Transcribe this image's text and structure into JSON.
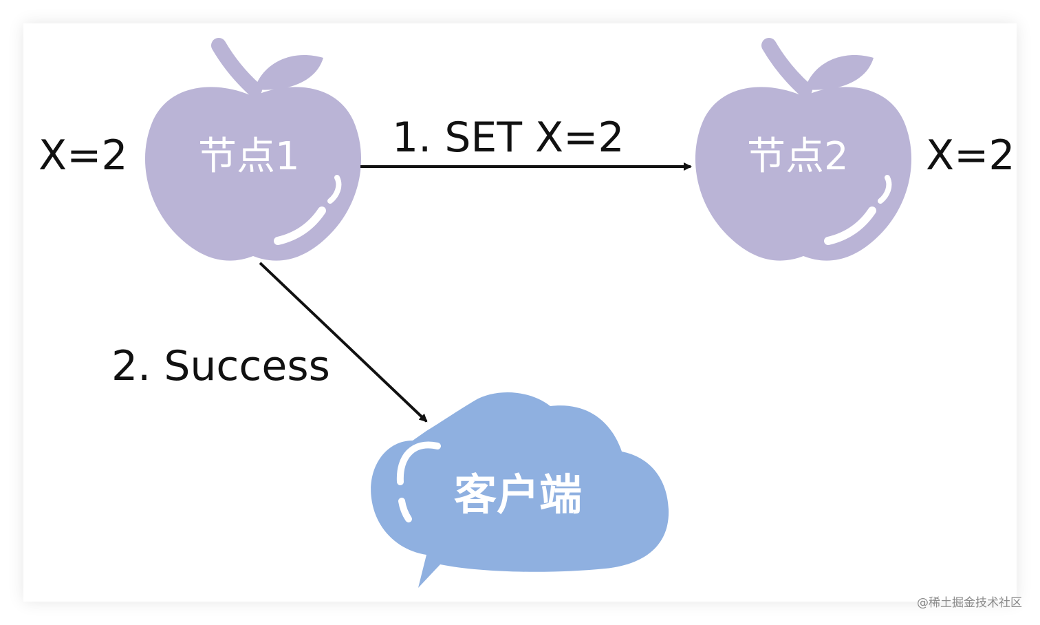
{
  "nodes": {
    "node1": {
      "label": "节点1",
      "value": "X=2"
    },
    "node2": {
      "label": "节点2",
      "value": "X=2"
    }
  },
  "client": {
    "label": "客户端"
  },
  "edges": {
    "set": {
      "label": "1. SET X=2"
    },
    "success": {
      "label": "2. Success"
    }
  },
  "watermark": "@稀土掘金技术社区",
  "colors": {
    "apple": "#bab4d6",
    "cloud": "#8fb0e0",
    "arrow": "#111111"
  },
  "icons": {
    "node1": "apple-icon",
    "node2": "apple-icon",
    "client": "cloud-icon"
  }
}
